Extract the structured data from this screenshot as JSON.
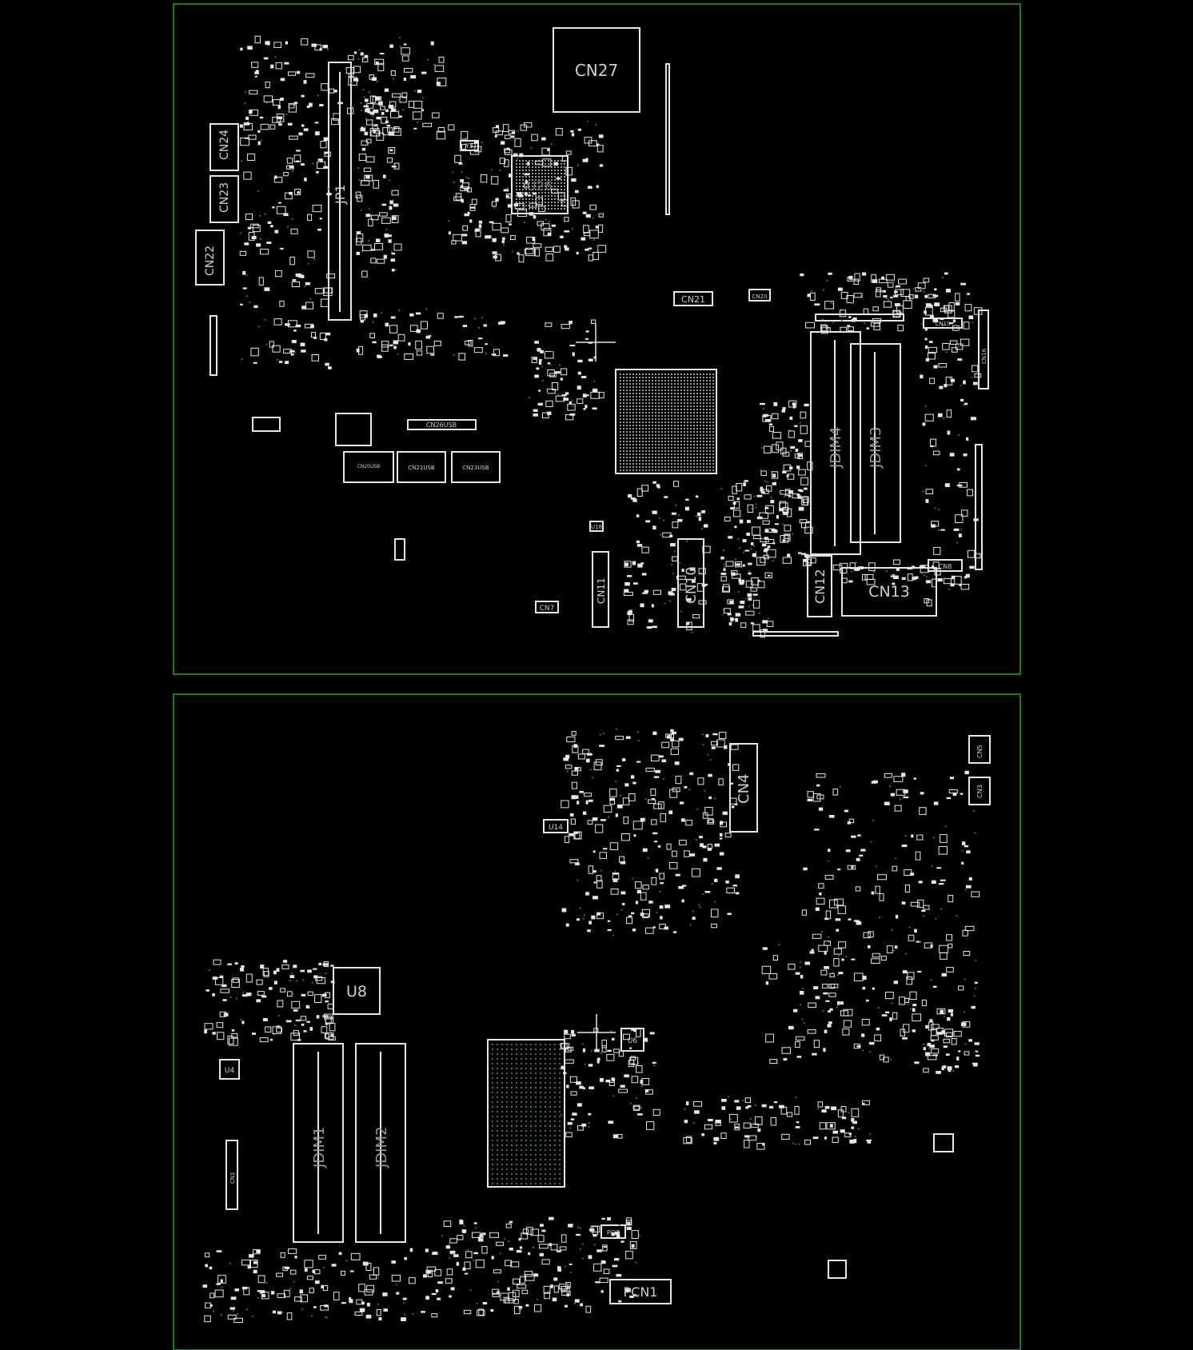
{
  "colors": {
    "background": "#000000",
    "board_outline": "#1f7a1f",
    "silkscreen": "#e6e6e6",
    "pad_dim": "#9a9a9a",
    "via_dot": "#2f6b6b"
  },
  "top_side": {
    "labels": {
      "cn27": "CN27",
      "u26": "U26",
      "jp1": "JP1",
      "cn24": "CN24",
      "cn23": "CN23",
      "cn22": "CN22",
      "cn21": "CN21",
      "cn20": "CN20",
      "cn26usb": "CN26USB",
      "cn20usb": "CN20USB",
      "cn21usb": "CN21USB",
      "cn23usb": "CN23USB",
      "jdim4": "JDIM4",
      "jdim3": "JDIM3",
      "cn10": "CN10",
      "cn11": "CN11",
      "cn12": "CN12",
      "cn13": "CN13",
      "cn7": "CN7",
      "cn8": "CN8",
      "cn19": "CN19",
      "cn16": "CN16",
      "u18": "U18",
      "y3": "Y3"
    }
  },
  "bottom_side": {
    "labels": {
      "cn4": "CN4",
      "cn5": "CN5",
      "cn3": "CN3",
      "u8": "U8",
      "u6": "U6",
      "u4": "U4",
      "u14": "U14",
      "jdim1": "JDIM1",
      "jdim2": "JDIM2",
      "pcn1": "PCN1",
      "pq7": "PQ7",
      "cn1": "CN1"
    }
  }
}
